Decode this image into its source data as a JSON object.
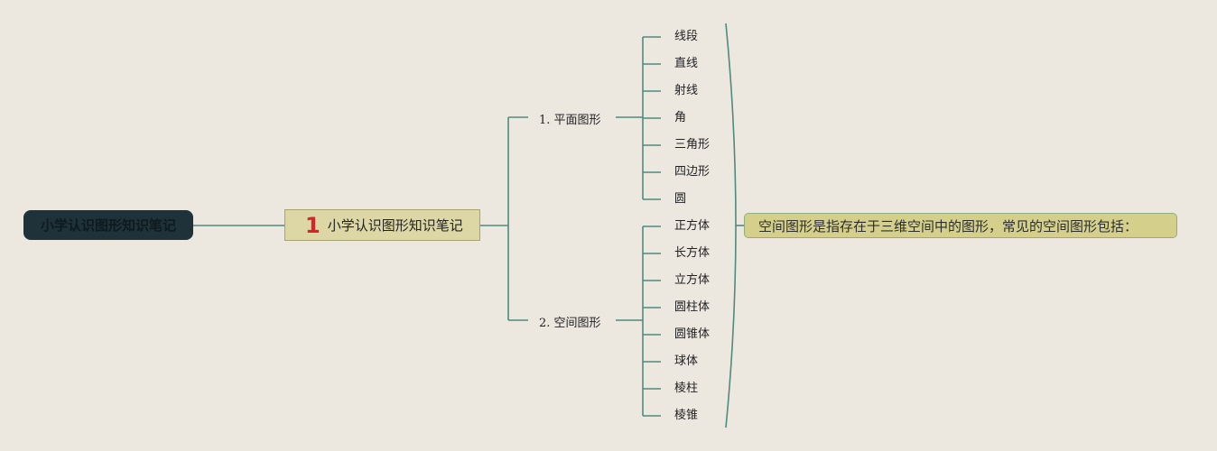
{
  "colors": {
    "background": "#ece8e0",
    "line": "#4f8a7e",
    "root_fill": "#1f323a",
    "main_fill": "#dcd7a4",
    "summary_fill": "#d4cf8a",
    "badge": "#d8232a"
  },
  "root": {
    "label": "小学认识图形知识笔记"
  },
  "main": {
    "badge": "1",
    "label": "小学认识图形知识笔记"
  },
  "branches": [
    {
      "label": "1. 平面图形",
      "items": [
        "线段",
        "直线",
        "射线",
        "角",
        "三角形",
        "四边形",
        "圆"
      ]
    },
    {
      "label": "2. 空间图形",
      "items": [
        "正方体",
        "长方体",
        "立方体",
        "圆柱体",
        "圆锥体",
        "球体",
        "棱柱",
        "棱锥"
      ]
    }
  ],
  "summary": {
    "text": "空间图形是指存在于三维空间中的图形，常见的空间图形包括："
  }
}
